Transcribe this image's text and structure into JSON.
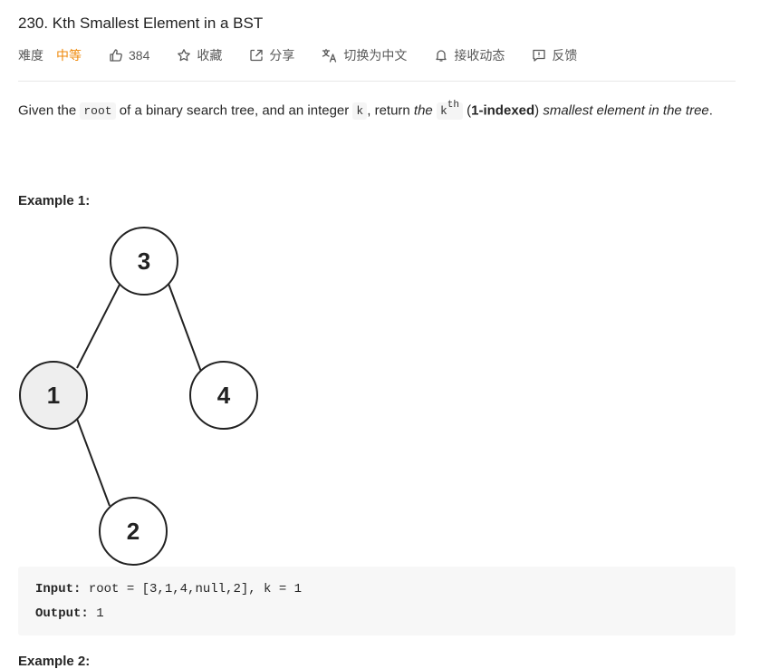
{
  "problem": {
    "title": "230. Kth Smallest Element in a BST"
  },
  "meta": {
    "difficulty_label": "难度",
    "difficulty_value": "中等",
    "likes": "384",
    "favorite": "收藏",
    "share": "分享",
    "switch_lang": "切换为中文",
    "subscribe": "接收动态",
    "feedback": "反馈"
  },
  "description": {
    "part1": "Given the ",
    "code_root": "root",
    "part2": " of a binary search tree, and an integer ",
    "code_k": "k",
    "part3": ", return ",
    "italic_the": "the",
    "code_kth_base": "k",
    "sup_th": "th",
    "bold_indexed": "1-indexed",
    "italic_rest": "smallest element in the tree",
    "period": "."
  },
  "example1": {
    "heading": "Example 1:",
    "tree_nodes": [
      "3",
      "1",
      "4",
      "2"
    ],
    "input_label": "Input:",
    "input_value": " root = [3,1,4,null,2], k = 1",
    "output_label": "Output:",
    "output_value": " 1"
  },
  "example2": {
    "heading": "Example 2:"
  },
  "colors": {
    "difficulty": "#ef8a0c",
    "highlight_node": "#eeeeee",
    "code_bg": "#f7f7f7"
  }
}
